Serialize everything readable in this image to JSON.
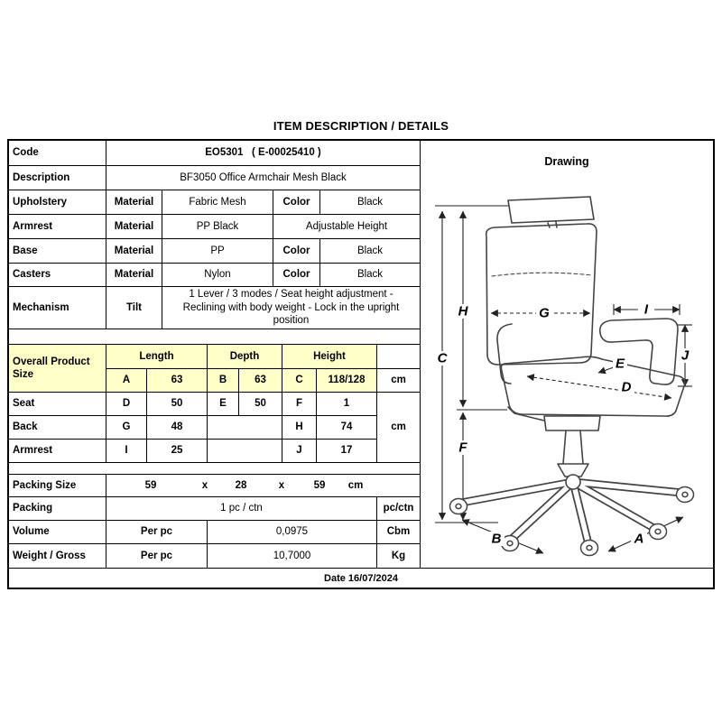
{
  "title": "ITEM DESCRIPTION / DETAILS",
  "date": "Date 16/07/2024",
  "drawing": {
    "title": "Drawing",
    "labels": {
      "a": "A",
      "b": "B",
      "c": "C",
      "d": "D",
      "e": "E",
      "f": "F",
      "g": "G",
      "h": "H",
      "i": "I",
      "j": "J"
    }
  },
  "spec": {
    "code": {
      "label": "Code",
      "value": "EO5301   ( E-00025410 )"
    },
    "description": {
      "label": "Description",
      "value": "BF3050 Office Armchair Mesh Black"
    },
    "upholstery": {
      "label": "Upholstery",
      "k1": "Material",
      "v1": "Fabric Mesh",
      "k2": "Color",
      "v2": "Black"
    },
    "armrest": {
      "label": "Armrest",
      "k1": "Material",
      "v1": "PP Black",
      "v2": "Adjustable Height"
    },
    "base": {
      "label": "Base",
      "k1": "Material",
      "v1": "PP",
      "k2": "Color",
      "v2": "Black"
    },
    "casters": {
      "label": "Casters",
      "k1": "Material",
      "v1": "Nylon",
      "k2": "Color",
      "v2": "Black"
    },
    "mechanism": {
      "label": "Mechanism",
      "k1": "Tilt",
      "v1": "1 Lever / 3 modes / Seat height adjustment - Reclining with body weight - Lock in the upright position"
    },
    "overall": {
      "label": "Overall Product Size",
      "h1": "Length",
      "h2": "Depth",
      "h3": "Height",
      "k1": "A",
      "v1": "63",
      "k2": "B",
      "v2": "63",
      "k3": "C",
      "v3": "118/128",
      "unit": "cm"
    },
    "seat": {
      "label": "Seat",
      "k1": "D",
      "v1": "50",
      "k2": "E",
      "v2": "50",
      "k3": "F",
      "v3": "1"
    },
    "back": {
      "label": "Back",
      "k1": "G",
      "v1": "48",
      "k3": "H",
      "v3": "74"
    },
    "armrest_dims": {
      "label": "Armrest",
      "k1": "I",
      "v1": "25",
      "k3": "J",
      "v3": "17"
    },
    "dims_unit": "cm",
    "packing_size": {
      "label": "Packing Size",
      "v1": "59",
      "sep1": "x",
      "v2": "28",
      "sep2": "x",
      "v3": "59",
      "unit": "cm"
    },
    "packing": {
      "label": "Packing",
      "value": "1 pc / ctn",
      "unit": "pc/ctn"
    },
    "volume": {
      "label": "Volume",
      "per": "Per pc",
      "value": "0,0975",
      "unit": "Cbm"
    },
    "weight": {
      "label": "Weight / Gross",
      "per": "Per pc",
      "value": "10,7000",
      "unit": "Kg"
    }
  }
}
